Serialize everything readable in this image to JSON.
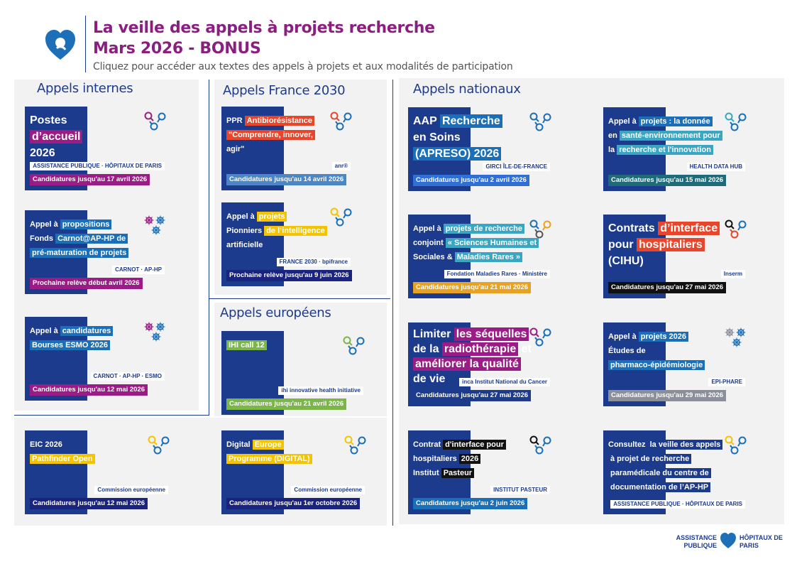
{
  "header": {
    "title_line1": "La veille des appels à projets recherche",
    "title_line2": "Mars 2026 - BONUS",
    "subtitle": "Cliquez pour accéder aux textes des appels à projets et aux modalités de participation"
  },
  "colors": {
    "navy": "#1d3b8c",
    "purple": "#9b1c86",
    "blue": "#1a6fb8",
    "teal": "#3aa6c4",
    "orange": "#e8a223",
    "red": "#e8452a",
    "yellow": "#f5c400",
    "green": "#7ab648",
    "black": "#111111",
    "grey": "#8a8f99",
    "lightblue": "#2f6fd6",
    "sky": "#4a86c8"
  },
  "sections": {
    "internes": {
      "label": "Appels internes",
      "cards": [
        {
          "lines": [
            [
              {
                "t": "Postes"
              }
            ],
            [
              {
                "t": "d’accueil",
                "hl": "#9b1c86"
              }
            ],
            [
              {
                "t": "2026"
              }
            ]
          ],
          "logo": "ASSISTANCE PUBLIQUE · HÔPITAUX DE PARIS",
          "deadline": "Candidatures jusqu'au 17 avril 2026",
          "dl_color": "#9b1c86",
          "icon": "magnifier",
          "icon_colors": [
            "#9b1c86",
            "#1a6fb8",
            "#1a6fb8"
          ]
        },
        {
          "lines": [
            [
              {
                "t": "Appel à "
              },
              {
                "t": "propositions",
                "hl": "#1a6fb8"
              }
            ],
            [
              {
                "t": "Fonds "
              },
              {
                "t": "Carnot@AP-HP de",
                "hl": "#1a6fb8"
              }
            ],
            [
              {
                "t": "pré-maturation de projets",
                "hl": "#1a6fb8"
              }
            ]
          ],
          "logo": "CARNOT · AP-HP",
          "deadline": "Prochaine relève début avril 2026",
          "dl_color": "#9b1c86",
          "icon": "virus",
          "icon_colors": [
            "#9b1c86",
            "#1a6fb8",
            "#1a6fb8"
          ]
        },
        {
          "lines": [
            [
              {
                "t": "Appel à "
              },
              {
                "t": "candidatures",
                "hl": "#1a6fb8"
              }
            ],
            [
              {
                "t": "Bourses ESMO 2026",
                "hl": "#1a6fb8"
              }
            ]
          ],
          "logo": "CARNOT · AP-HP · ESMO",
          "deadline": "Candidatures jusqu'au 12 mai 2026",
          "dl_color": "#9b1c86",
          "icon": "virus",
          "icon_colors": [
            "#9b1c86",
            "#1a6fb8",
            "#1a6fb8"
          ]
        }
      ]
    },
    "france2030": {
      "label": "Appels France 2030",
      "cards": [
        {
          "lines": [
            [
              {
                "t": "PPR "
              },
              {
                "t": "Antibiorésistance",
                "hl": "#e8452a"
              }
            ],
            [
              {
                "t": "\"Comprendre, innover,",
                "hl": "#e8452a"
              }
            ],
            [
              {
                "t": "agir\""
              }
            ]
          ],
          "logo": "anr®",
          "deadline": "Candidatures jusqu'au 14 avril 2026",
          "dl_color": "#4a86c8",
          "icon": "magnifier",
          "icon_colors": [
            "#e8452a",
            "#1a6fb8",
            "#1a6fb8"
          ]
        },
        {
          "lines": [
            [
              {
                "t": "Appel à "
              },
              {
                "t": "projets",
                "hl": "#f5c400"
              }
            ],
            [
              {
                "t": "Pionniers "
              },
              {
                "t": "de l’intelligence",
                "hl": "#f5c400"
              }
            ],
            [
              {
                "t": "artificielle"
              }
            ]
          ],
          "logo": "FRANCE 2030 · bpifrance",
          "deadline": "Prochaine relève jusqu'au 9 juin 2026",
          "dl_color": "#1a237e",
          "icon": "magnifier",
          "icon_colors": [
            "#f5c400",
            "#1a6fb8",
            "#1a6fb8"
          ]
        }
      ]
    },
    "europeens": {
      "label": "Appels européens",
      "cards": [
        {
          "lines": [
            [
              {
                "t": "IHI call 12",
                "hl": "#7ab648"
              }
            ]
          ],
          "logo": "ihi innovative health initiative",
          "deadline": "Candidatures jusqu'au 21 avril 2026",
          "dl_color": "#7ab648",
          "icon": "magnifier",
          "icon_colors": [
            "#7ab648",
            "#1a6fb8",
            "#1a6fb8"
          ]
        },
        {
          "lines": [
            [
              {
                "t": "EIC 2026"
              }
            ],
            [
              {
                "t": "Pathfinder Open",
                "hl": "#f5c400"
              }
            ]
          ],
          "logo": "Commission européenne",
          "deadline": "Candidatures jusqu'au 12 mai 2026",
          "dl_color": "#1a237e",
          "icon": "magnifier",
          "icon_colors": [
            "#f5c400",
            "#1a6fb8",
            "#1a6fb8"
          ]
        },
        {
          "lines": [
            [
              {
                "t": "Digital "
              },
              {
                "t": "Europe",
                "hl": "#f5c400"
              }
            ],
            [
              {
                "t": "Programme (DIGITAL)",
                "hl": "#f5c400"
              }
            ]
          ],
          "logo": "Commission européenne",
          "deadline": "Candidatures jusqu'au 1er octobre 2026",
          "dl_color": "#1a237e",
          "icon": "magnifier",
          "icon_colors": [
            "#f5c400",
            "#1a6fb8",
            "#1a6fb8"
          ]
        }
      ]
    },
    "nationaux": {
      "label": "Appels nationaux",
      "cards": [
        {
          "lines": [
            [
              {
                "t": "AAP "
              },
              {
                "t": "Recherche",
                "hl": "#1a6fb8"
              }
            ],
            [
              {
                "t": "en Soins"
              }
            ],
            [
              {
                "t": "(APRESO) 2026",
                "hl": "#1a6fb8"
              }
            ]
          ],
          "logo": "GIRCI ÎLE-DE-FRANCE",
          "deadline": "Candidatures jusqu'au 2 avril 2026",
          "dl_color": "#2f6fd6",
          "icon": "magnifier",
          "icon_colors": [
            "#1a6fb8",
            "#1a6fb8",
            "#1a6fb8"
          ]
        },
        {
          "lines": [
            [
              {
                "t": "Appel à "
              },
              {
                "t": "projets : la donnée",
                "hl": "#1a6fb8"
              }
            ],
            [
              {
                "t": "en "
              },
              {
                "t": "santé-environnement pour",
                "hl": "#3aa6c4"
              }
            ],
            [
              {
                "t": "la "
              },
              {
                "t": "recherche et l'innovation",
                "hl": "#3aa6c4"
              }
            ]
          ],
          "logo": "HEALTH DATA HUB",
          "deadline": "Candidatures jusqu'au 15 mai 2026",
          "dl_color": "#1f6b7a",
          "icon": "magnifier",
          "icon_colors": [
            "#3aa6c4",
            "#1a6fb8",
            "#1a6fb8"
          ]
        },
        {
          "lines": [
            [
              {
                "t": "Appel à "
              },
              {
                "t": "projets de recherche",
                "hl": "#3aa6c4"
              }
            ],
            [
              {
                "t": "conjoint "
              },
              {
                "t": "« Sciences Humaines et",
                "hl": "#3aa6c4"
              }
            ],
            [
              {
                "t": "Sociales & "
              },
              {
                "t": "Maladies Rares »",
                "hl": "#3aa6c4"
              }
            ]
          ],
          "logo": "Fondation Maladies Rares · Ministère",
          "deadline": "Candidatures jusqu'au 21 mai 2026",
          "dl_color": "#e8a223",
          "icon": "magnifier",
          "icon_colors": [
            "#1a6fb8",
            "#e8a223",
            "#555555"
          ]
        },
        {
          "lines": [
            [
              {
                "t": "Contrats "
              },
              {
                "t": "d’interface",
                "hl": "#e8452a"
              }
            ],
            [
              {
                "t": "pour "
              },
              {
                "t": "hospitaliers",
                "hl": "#e8452a"
              }
            ],
            [
              {
                "t": "(CIHU)"
              }
            ]
          ],
          "logo": "Inserm",
          "deadline": "Candidatures jusqu'au 27 mai 2026",
          "dl_color": "#111111",
          "icon": "magnifier",
          "icon_colors": [
            "#111111",
            "#1a6fb8",
            "#e8452a"
          ]
        },
        {
          "lines": [
            [
              {
                "t": "Limiter "
              },
              {
                "t": "les séquelles",
                "hl": "#9b1c86"
              }
            ],
            [
              {
                "t": "de la "
              },
              {
                "t": "radiothérapie",
                "hl": "#9b1c86"
              },
              {
                "t": " et"
              }
            ],
            [
              {
                "t": "améliorer la qualité",
                "hl": "#9b1c86"
              }
            ],
            [
              {
                "t": "de vie"
              }
            ]
          ],
          "logo": "inca Institut National du Cancer",
          "deadline": "Candidatures jusqu'au 27 mai 2026",
          "dl_color": "#1d3b8c",
          "icon": "magnifier",
          "icon_colors": [
            "#9b1c86",
            "#1a6fb8",
            "#1a6fb8"
          ]
        },
        {
          "lines": [
            [
              {
                "t": "Appel à "
              },
              {
                "t": "projets 2026",
                "hl": "#1a6fb8"
              }
            ],
            [
              {
                "t": "Études de"
              }
            ],
            [
              {
                "t": "pharmaco-épidémiologie",
                "hl": "#1a6fb8"
              }
            ]
          ],
          "logo": "EPI-PHARE",
          "deadline": "Candidatures jusqu'au 29 mai 2026",
          "dl_color": "#8a8f99",
          "icon": "virus",
          "icon_colors": [
            "#8a8f99",
            "#1a6fb8",
            "#1a6fb8"
          ]
        },
        {
          "lines": [
            [
              {
                "t": "Contrat "
              },
              {
                "t": "d'interface pour",
                "hl": "#111111"
              }
            ],
            [
              {
                "t": "hospitaliers "
              },
              {
                "t": "2026",
                "hl": "#111111"
              }
            ],
            [
              {
                "t": "Institut "
              },
              {
                "t": "Pasteur",
                "hl": "#111111"
              }
            ]
          ],
          "logo": "INSTITUT PASTEUR",
          "deadline": "Candidatures jusqu'au 2 juin 2026",
          "dl_color": "#1a6fb8",
          "icon": "magnifier",
          "icon_colors": [
            "#111111",
            "#1a6fb8",
            "#1a6fb8"
          ]
        },
        {
          "lines": [
            [
              {
                "t": "Consultez "
              },
              {
                "t": "la veille des appels",
                "hl": "#1d3b8c"
              }
            ],
            [
              {
                "t": "à projet de recherche",
                "hl": "#1d3b8c"
              }
            ],
            [
              {
                "t": "paramédicale du centre de",
                "hl": "#1d3b8c"
              }
            ],
            [
              {
                "t": "documentation de l’AP-HP",
                "hl": "#1d3b8c"
              }
            ]
          ],
          "logo": "ASSISTANCE PUBLIQUE · HÔPITAUX DE PARIS",
          "icon": "magnifier",
          "icon_colors": [
            "#f5c400",
            "#1a6fb8",
            "#1a6fb8"
          ]
        }
      ]
    }
  },
  "footer": {
    "logo_left": "ASSISTANCE PUBLIQUE",
    "logo_right": "HÔPITAUX DE PARIS"
  }
}
